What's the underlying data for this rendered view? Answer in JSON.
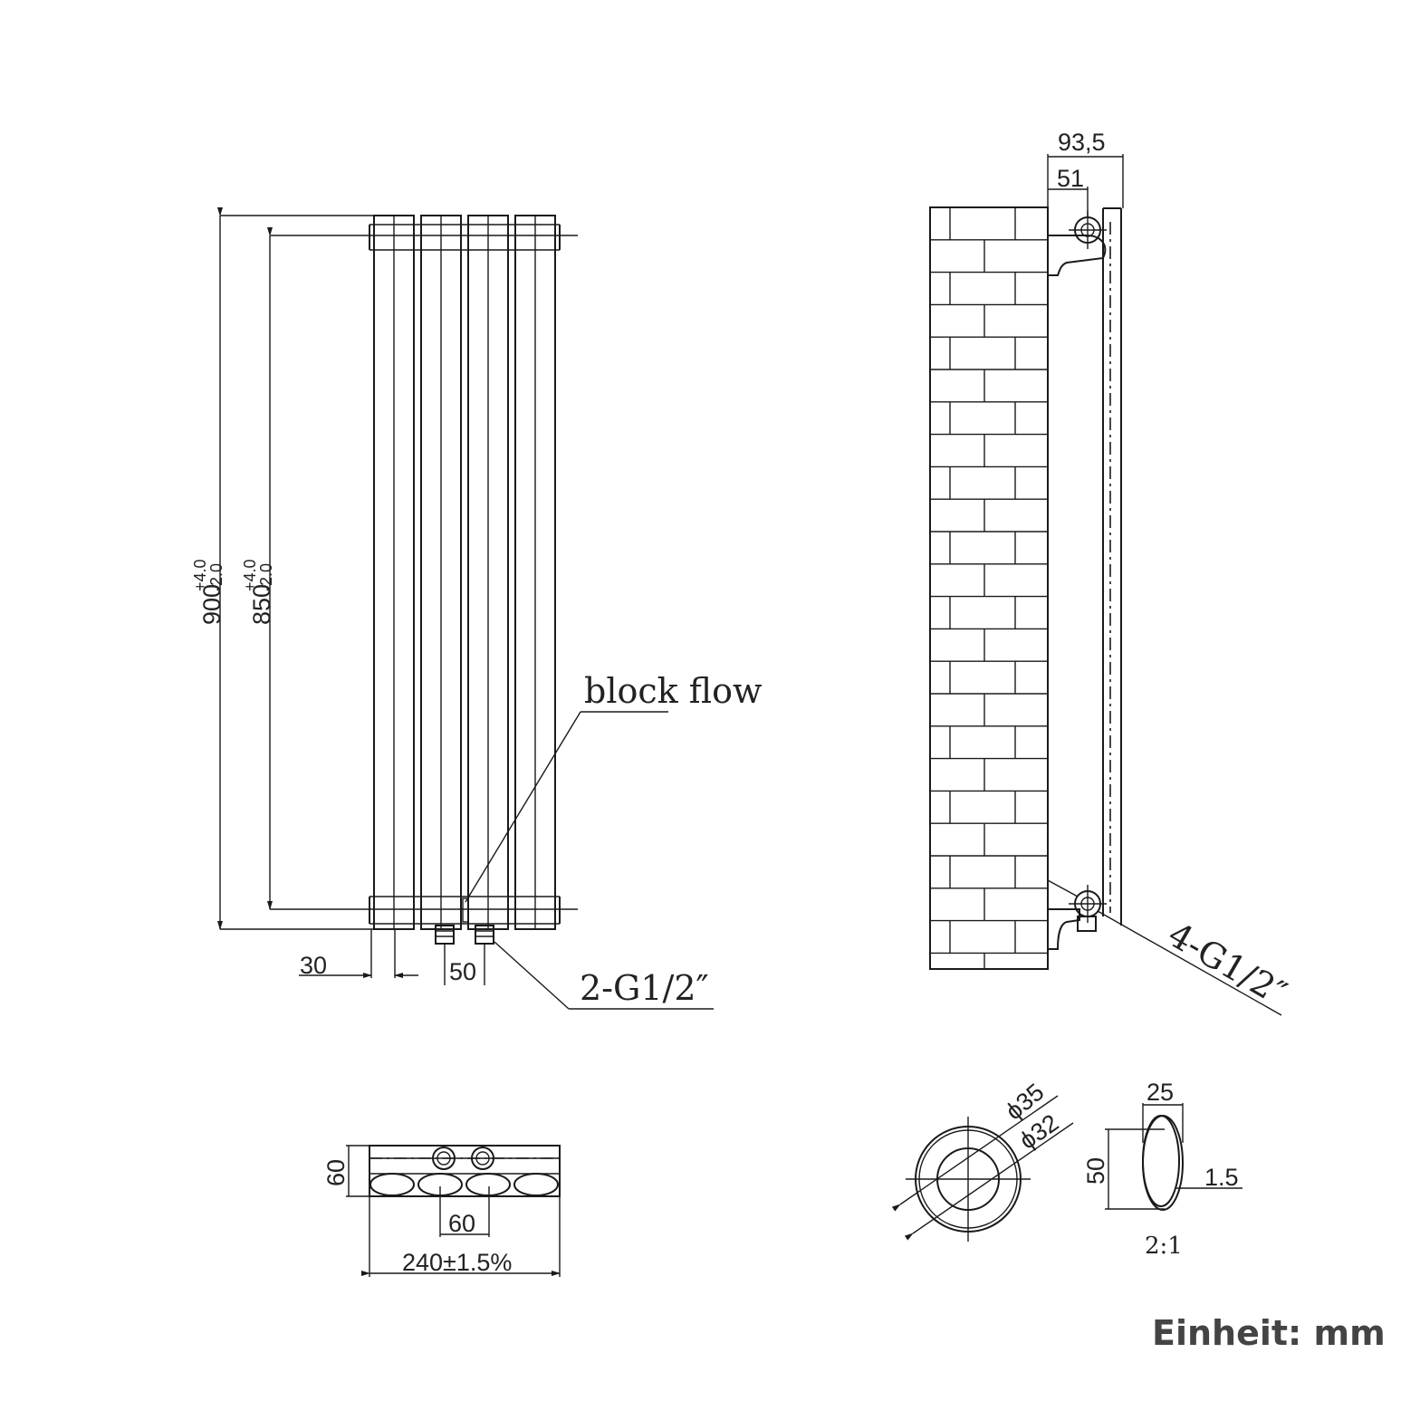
{
  "front_view": {
    "height_total": "900",
    "height_total_tol_upper": "+4.0",
    "height_total_tol_lower": "-2.0",
    "pipe_centres": "850",
    "pipe_centres_tol_upper": "+4.0",
    "pipe_centres_tol_lower": "-2.0",
    "column_width": "30",
    "connection_spacing": "50",
    "block_flow_label": "block flow",
    "connection_label": "2-G1/2″"
  },
  "side_view": {
    "total_depth": "93,5",
    "bracket_depth": "51",
    "connection_label": "4-G1/2″"
  },
  "top_view": {
    "depth": "60",
    "connection_spacing": "60",
    "total_width": "240±1.5%"
  },
  "detail_section": {
    "outer_diameter": "ϕ35",
    "inner_diameter": "ϕ32"
  },
  "oval_detail": {
    "width": "25",
    "height": "50",
    "wall_thickness": "1.5",
    "scale": "2:1"
  },
  "unit_label": "Einheit: mm"
}
